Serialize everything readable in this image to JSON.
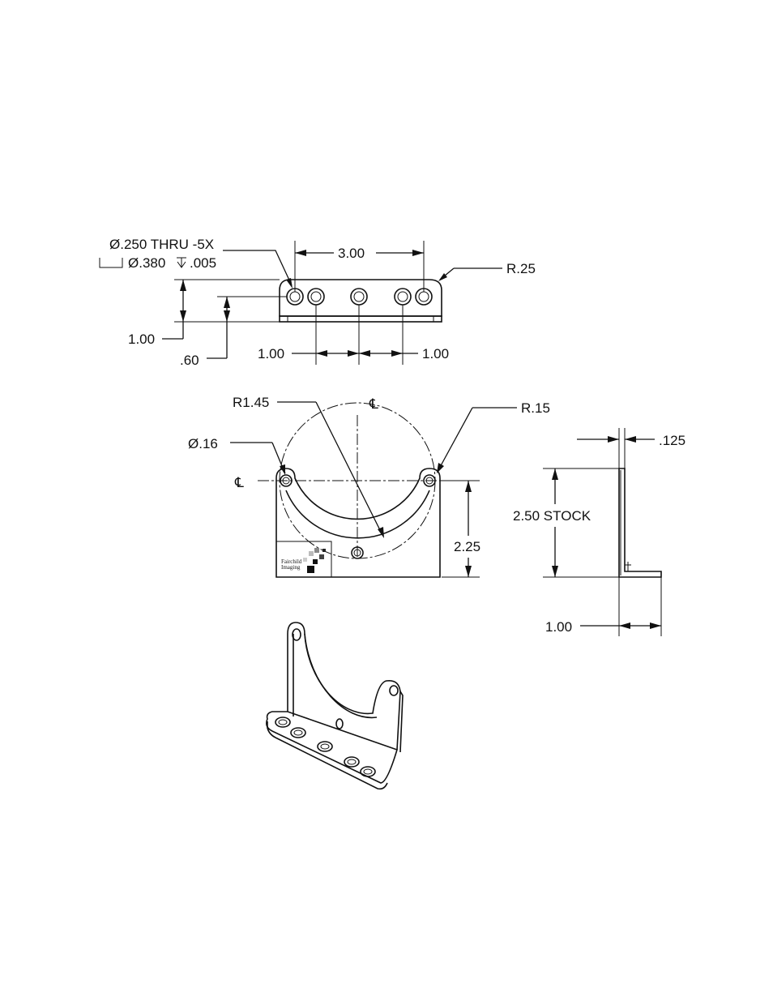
{
  "top_view": {
    "hole_callout_line1": "Ø.250 THRU -5X",
    "hole_callout_line2": "Ø.380",
    "hole_callout_depth": ".005",
    "spacing_overall": "3.00",
    "corner_radius": "R.25",
    "flange_depth": "1.00",
    "hole_row_offset": ".60",
    "pitch_left": "1.00",
    "pitch_right": "1.00"
  },
  "front_view": {
    "arc_radius": "R1.45",
    "centerline_vertical": "℄",
    "centerline_horizontal": "℄",
    "tab_radius": "R.15",
    "small_hole_dia": "Ø.16",
    "hole_height": "2.25",
    "logo_line1": "Fairchild",
    "logo_line2": "Imaging"
  },
  "side_view": {
    "thickness": ".125",
    "stock_height": "2.50 STOCK",
    "flange_length": "1.00"
  }
}
